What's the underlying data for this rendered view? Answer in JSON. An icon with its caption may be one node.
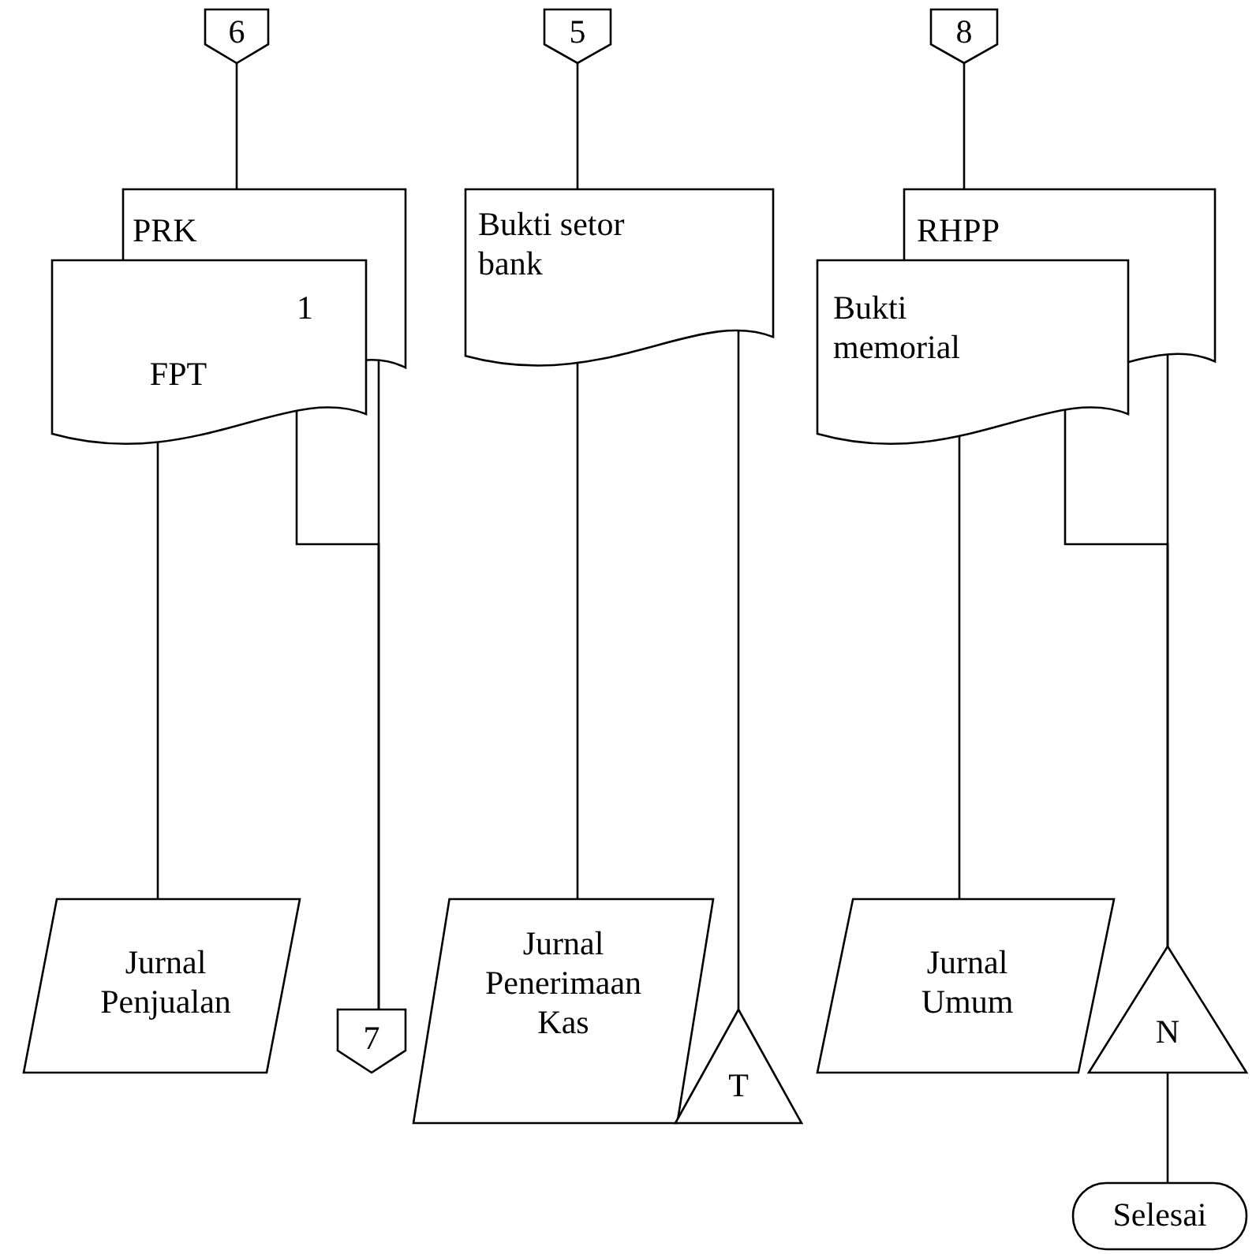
{
  "diagram": {
    "nodes": [
      {
        "text": [
          "6"
        ]
      },
      {
        "text": [
          "PRK"
        ]
      },
      {
        "text": [
          "1",
          "FPT"
        ]
      },
      {
        "text": [
          "Jurnal Penjualan"
        ]
      },
      {
        "text": [
          "7"
        ]
      },
      {
        "text": [
          "5"
        ]
      },
      {
        "text": [
          "Bukti setor bank"
        ]
      },
      {
        "text": [
          "Jurnal Penerimaan Kas"
        ]
      },
      {
        "text": [
          "T"
        ]
      },
      {
        "text": [
          "8"
        ]
      },
      {
        "text": [
          "RHPP"
        ]
      },
      {
        "text": [
          "Bukti memorial"
        ]
      },
      {
        "text": [
          "Jurnal Umum"
        ]
      },
      {
        "text": [
          "N"
        ]
      },
      {
        "text": [
          "Selesai"
        ]
      }
    ],
    "edges": [
      {
        "from": 0,
        "to": 1,
        "arrow": "none"
      },
      {
        "from": 2,
        "to": 3,
        "arrow": "none"
      },
      {
        "from": 2,
        "to": 4,
        "arrow": "none"
      },
      {
        "from": 1,
        "to": 4,
        "arrow": "none"
      },
      {
        "from": 5,
        "to": 6,
        "arrow": "none"
      },
      {
        "from": 6,
        "to": 7,
        "arrow": "none"
      },
      {
        "from": 6,
        "to": 8,
        "arrow": "none"
      },
      {
        "from": 9,
        "to": 10,
        "arrow": "none"
      },
      {
        "from": 11,
        "to": 12,
        "arrow": "none"
      },
      {
        "from": 11,
        "to": 13,
        "arrow": "none"
      },
      {
        "from": 10,
        "to": 13,
        "arrow": "none"
      },
      {
        "from": 13,
        "to": 14,
        "arrow": "none"
      }
    ]
  }
}
